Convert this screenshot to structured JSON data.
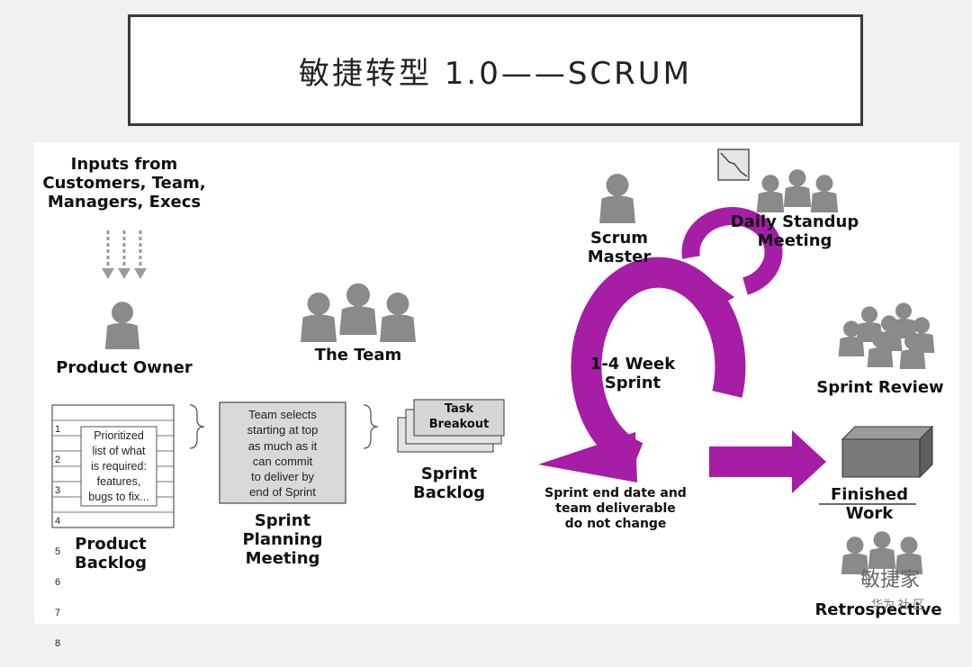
{
  "title": "敏捷转型 1.0——SCRUM",
  "inputs": "Inputs from\nCustomers, Team,\nManagers, Execs",
  "product_owner": "Product Owner",
  "the_team": "The Team",
  "scrum_master": "Scrum\nMaster",
  "daily_standup": "Daily Standup\nMeeting",
  "sprint_review": "Sprint Review",
  "finished_work": "Finished Work",
  "retrospective": "Retrospective",
  "sprint_loop": "1-4 Week\nSprint",
  "sprint_note": "Sprint end date and\nteam deliverable\ndo not change",
  "product_backlog": {
    "label": "Product\nBacklog",
    "rows": [
      "1",
      "2",
      "3",
      "4",
      "5",
      "6",
      "7",
      "8"
    ],
    "note": "Prioritized\nlist of what\nis required:\nfeatures,\nbugs to fix..."
  },
  "planning": {
    "label": "Sprint\nPlanning\nMeeting",
    "note": "Team selects\nstarting at top\nas much as it\ncan commit\nto deliver by\nend of Sprint"
  },
  "sprint_backlog": {
    "label": "Sprint\nBacklog",
    "card": "Task\nBreakout"
  },
  "watermark": "敏捷家",
  "watermark_sub": "华为   社 区",
  "colors": {
    "loop": "#a51ea5",
    "figure": "#8a8a8a",
    "border": "#3a3a3a"
  }
}
